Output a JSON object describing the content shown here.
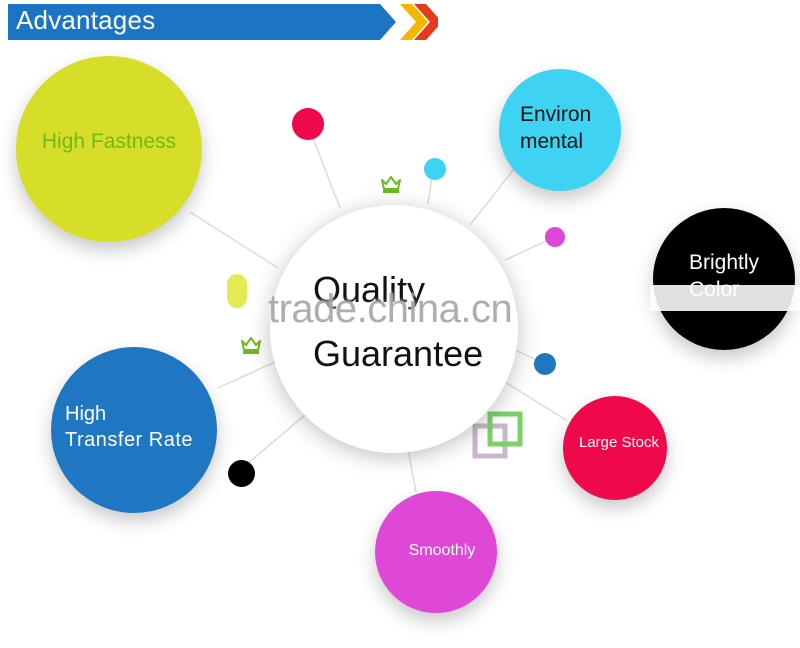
{
  "header": {
    "title": "Advantages"
  },
  "center": {
    "line1": "Quality",
    "line2": "Guarantee"
  },
  "nodes": {
    "high_fastness": "High Fastness",
    "environmental_line1": "Environ",
    "environmental_line2": "mental",
    "brightly_color_line1": "Brightly",
    "brightly_color_line2": "Color",
    "high_transfer_line1": "High",
    "high_transfer_line2": "Transfer Rate",
    "large_stock": "Large Stock",
    "smoothly": "Smoothly"
  },
  "watermark": "trade.china.cn",
  "colors": {
    "banner_blue": "#1c74c4",
    "yellow_green": "#d6de2a",
    "cyan": "#3ed3f3",
    "black": "#000000",
    "blue": "#1f76c3",
    "red": "#f0094a",
    "magenta": "#df47d6",
    "text_green": "#6bbb1b"
  }
}
